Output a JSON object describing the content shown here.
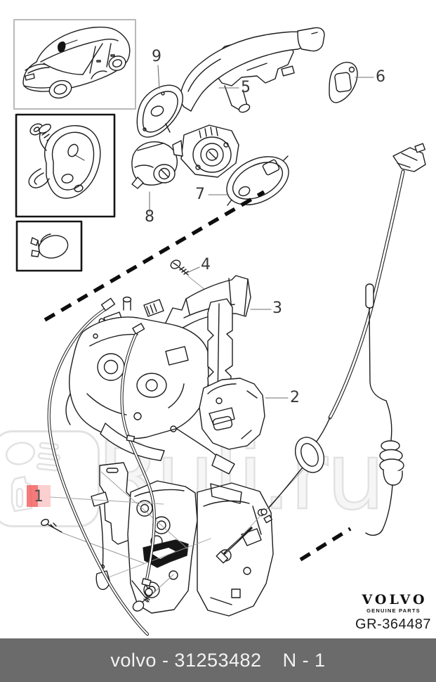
{
  "watermark": {
    "text": "Ruli.ru"
  },
  "parts": [
    {
      "number": "1",
      "highlighted": true
    },
    {
      "number": "2",
      "highlighted": false
    },
    {
      "number": "3",
      "highlighted": false
    },
    {
      "number": "4",
      "highlighted": false
    },
    {
      "number": "5",
      "highlighted": false
    },
    {
      "number": "6",
      "highlighted": false
    },
    {
      "number": "7",
      "highlighted": false
    },
    {
      "number": "8",
      "highlighted": false
    },
    {
      "number": "9",
      "highlighted": false
    }
  ],
  "brand": {
    "name": "VOLVO",
    "tagline": "GENUINE PARTS",
    "drawing_number": "GR-364487"
  },
  "footer": {
    "catalog_text": "volvo - 31253482",
    "page_text": "N - 1"
  },
  "colors": {
    "highlight_red": "#f35c5c",
    "footer_gray": "#6b6b6b",
    "watermark_gray": "#e2e2e2",
    "line_art": "#1d1d1d"
  }
}
